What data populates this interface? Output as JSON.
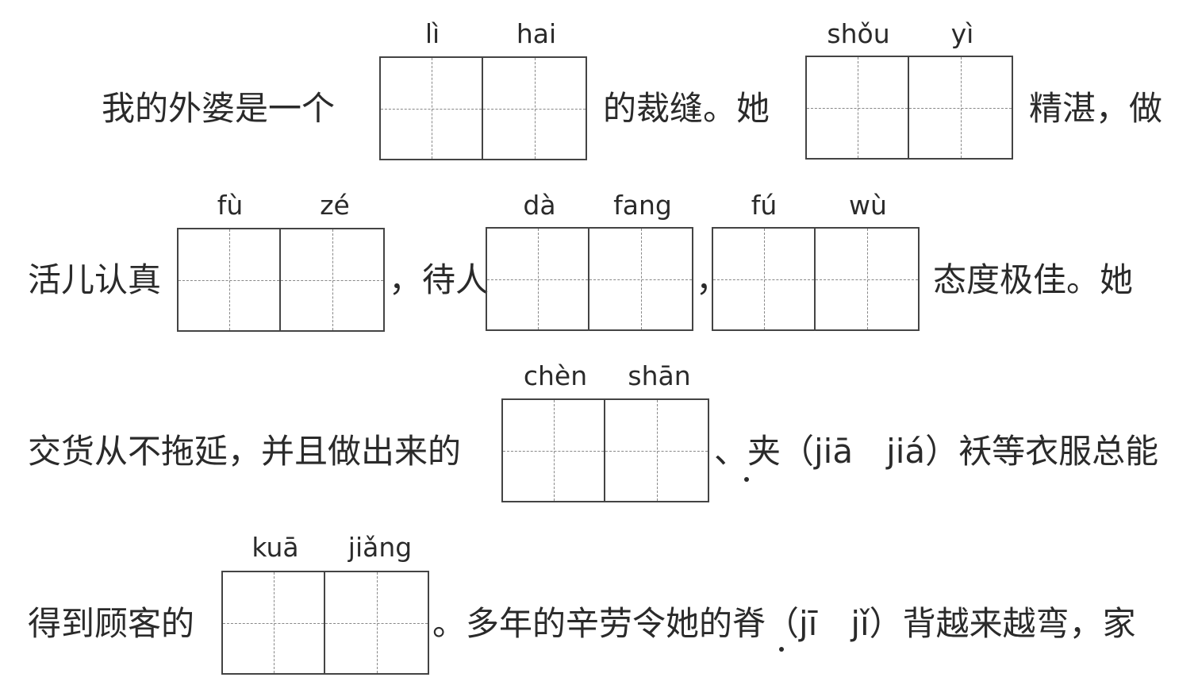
{
  "lines": [
    {
      "segments": [
        "我的外婆是一个",
        "的裁缝。她",
        "精湛，做"
      ]
    },
    {
      "segments": [
        "活儿认真",
        "，待人",
        "，",
        "态度极佳。她"
      ]
    },
    {
      "segments": [
        "交货从不拖延，并且做出来的",
        "、夹（jiā　jiá）袄等衣服总能"
      ]
    },
    {
      "segments": [
        "得到顾客的",
        "。多年的辛劳令她的脊（jī　jǐ）背越来越弯，家"
      ]
    }
  ],
  "blanks": [
    {
      "pinyin": [
        "lì",
        "hai"
      ]
    },
    {
      "pinyin": [
        "shǒu",
        "yì"
      ]
    },
    {
      "pinyin": [
        "fù",
        "zé"
      ]
    },
    {
      "pinyin": [
        "dà",
        "fang"
      ]
    },
    {
      "pinyin": [
        "fú",
        "wù"
      ]
    },
    {
      "pinyin": [
        "chèn",
        "shān"
      ]
    },
    {
      "pinyin": [
        "kuā",
        "jiǎng"
      ]
    }
  ]
}
